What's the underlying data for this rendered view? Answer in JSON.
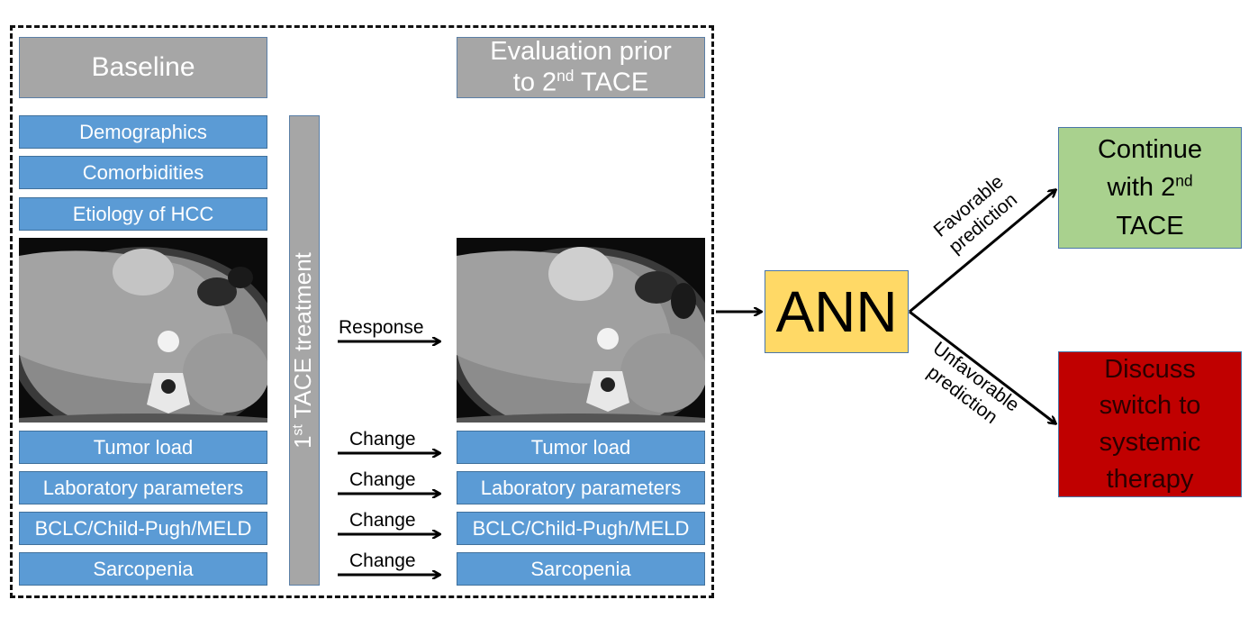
{
  "baseline": {
    "header": "Baseline",
    "items_top": [
      "Demographics",
      "Comorbidities",
      "Etiology of HCC"
    ],
    "items_bottom": [
      "Tumor load",
      "Laboratory parameters",
      "BCLC/Child-Pugh/MELD",
      "Sarcopenia"
    ]
  },
  "treatment": {
    "ordinal": "1",
    "ordinal_sup": "st",
    "label": " TACE treatment"
  },
  "evaluation": {
    "header_line1": "Evaluation prior",
    "header_line2_prefix": "to 2",
    "header_line2_sup": "nd",
    "header_line2_suffix": " TACE",
    "items": [
      "Tumor load",
      "Laboratory parameters",
      "BCLC/Child-Pugh/MELD",
      "Sarcopenia"
    ]
  },
  "arrows": {
    "response_label": "Response",
    "change_labels": [
      "Change",
      "Change",
      "Change",
      "Change"
    ]
  },
  "model": {
    "label": "ANN"
  },
  "branches": {
    "favorable_line1": "Favorable",
    "favorable_line2": "prediction",
    "unfavorable_line1": "Unfavorable",
    "unfavorable_line2": "prediction"
  },
  "outcomes": {
    "continue_line1": "Continue",
    "continue_line2_prefix": "with 2",
    "continue_line2_sup": "nd",
    "continue_line3": "TACE",
    "discuss_lines": [
      "Discuss",
      "switch to",
      "systemic",
      "therapy"
    ]
  },
  "colors": {
    "header_gray": "#a6a6a6",
    "feature_blue": "#5b9bd5",
    "ann_yellow": "#ffd966",
    "continue_green": "#a9d18e",
    "discuss_red": "#c00000"
  },
  "images": [
    "ct-scan-baseline",
    "ct-scan-evaluation"
  ]
}
